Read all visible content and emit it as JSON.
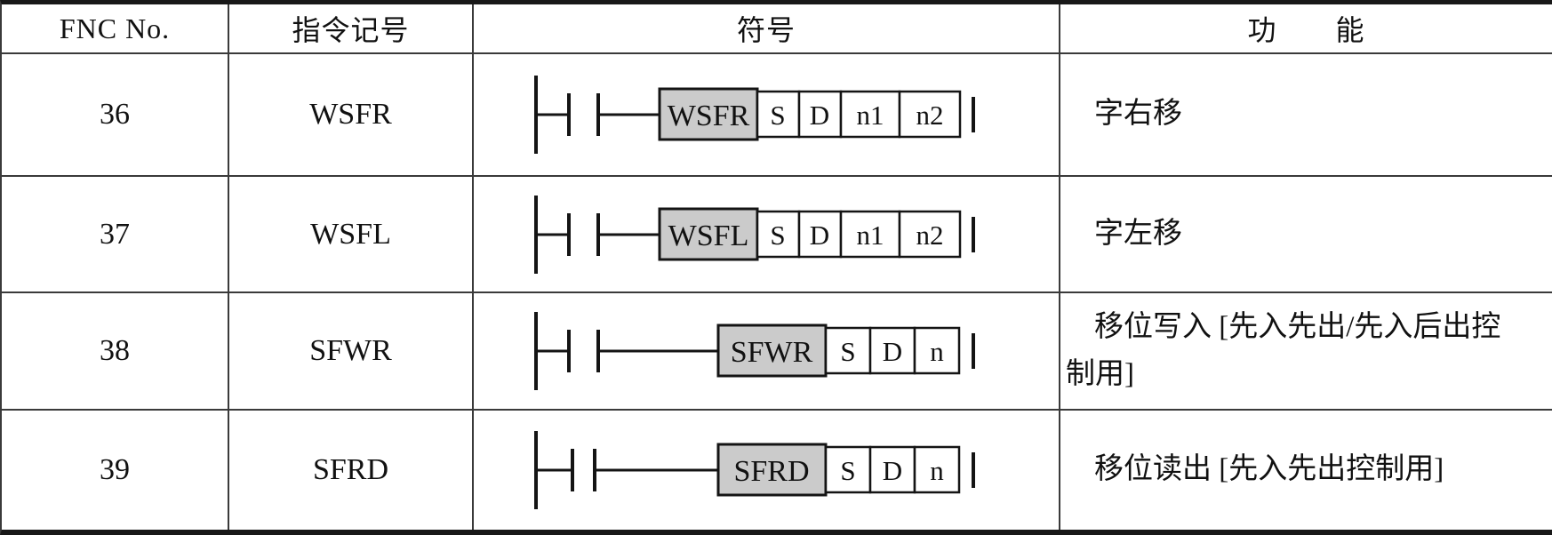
{
  "table": {
    "header": {
      "fnc_no": "FNC No.",
      "mnemonic": "指令记号",
      "symbol": "符号",
      "function": "功　　能"
    },
    "rows": [
      {
        "fnc_no": "36",
        "mnemonic": "WSFR",
        "symbol": {
          "box_label": "WSFR",
          "operands": [
            "S",
            "D",
            "n1",
            "n2"
          ]
        },
        "function_lines": [
          "字右移",
          ""
        ]
      },
      {
        "fnc_no": "37",
        "mnemonic": "WSFL",
        "symbol": {
          "box_label": "WSFL",
          "operands": [
            "S",
            "D",
            "n1",
            "n2"
          ]
        },
        "function_lines": [
          "字左移",
          ""
        ]
      },
      {
        "fnc_no": "38",
        "mnemonic": "SFWR",
        "symbol": {
          "box_label": "SFWR",
          "operands": [
            "S",
            "D",
            "n"
          ]
        },
        "function_lines": [
          "移位写入 [先入先出/先入后出控",
          "制用]"
        ]
      },
      {
        "fnc_no": "39",
        "mnemonic": "SFRD",
        "symbol": {
          "box_label": "SFRD",
          "operands": [
            "S",
            "D",
            "n"
          ]
        },
        "function_lines": [
          "移位读出 [先入先出控制用]",
          ""
        ]
      }
    ],
    "colors": {
      "instruction_box_fill": "#cbcbcb",
      "line_color": "#141414",
      "grid_line_color": "#3a3a3a"
    }
  }
}
